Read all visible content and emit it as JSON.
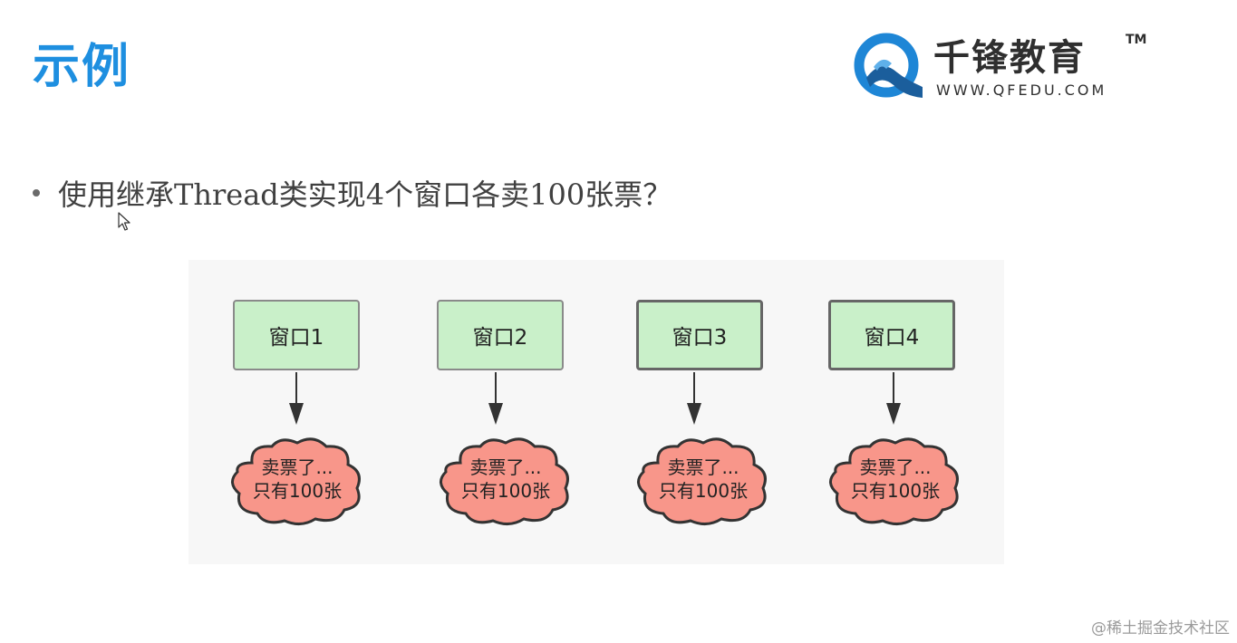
{
  "title": "示例",
  "logo": {
    "name": "千锋教育",
    "tm": "TM",
    "url": "WWW.QFEDU.COM"
  },
  "bullet": "使用继承Thread类实现4个窗口各卖100张票？",
  "diagram": {
    "windows": [
      {
        "label": "窗口1",
        "line1": "卖票了...",
        "line2": "只有100张"
      },
      {
        "label": "窗口2",
        "line1": "卖票了...",
        "line2": "只有100张"
      },
      {
        "label": "窗口3",
        "line1": "卖票了...",
        "line2": "只有100张"
      },
      {
        "label": "窗口4",
        "line1": "卖票了...",
        "line2": "只有100张"
      }
    ]
  },
  "watermark": "@稀土掘金技术社区",
  "colors": {
    "title": "#1e8fe0",
    "window_fill": "#c9f0c9",
    "cloud_fill": "#f8968a",
    "diagram_bg": "#f7f7f7"
  }
}
